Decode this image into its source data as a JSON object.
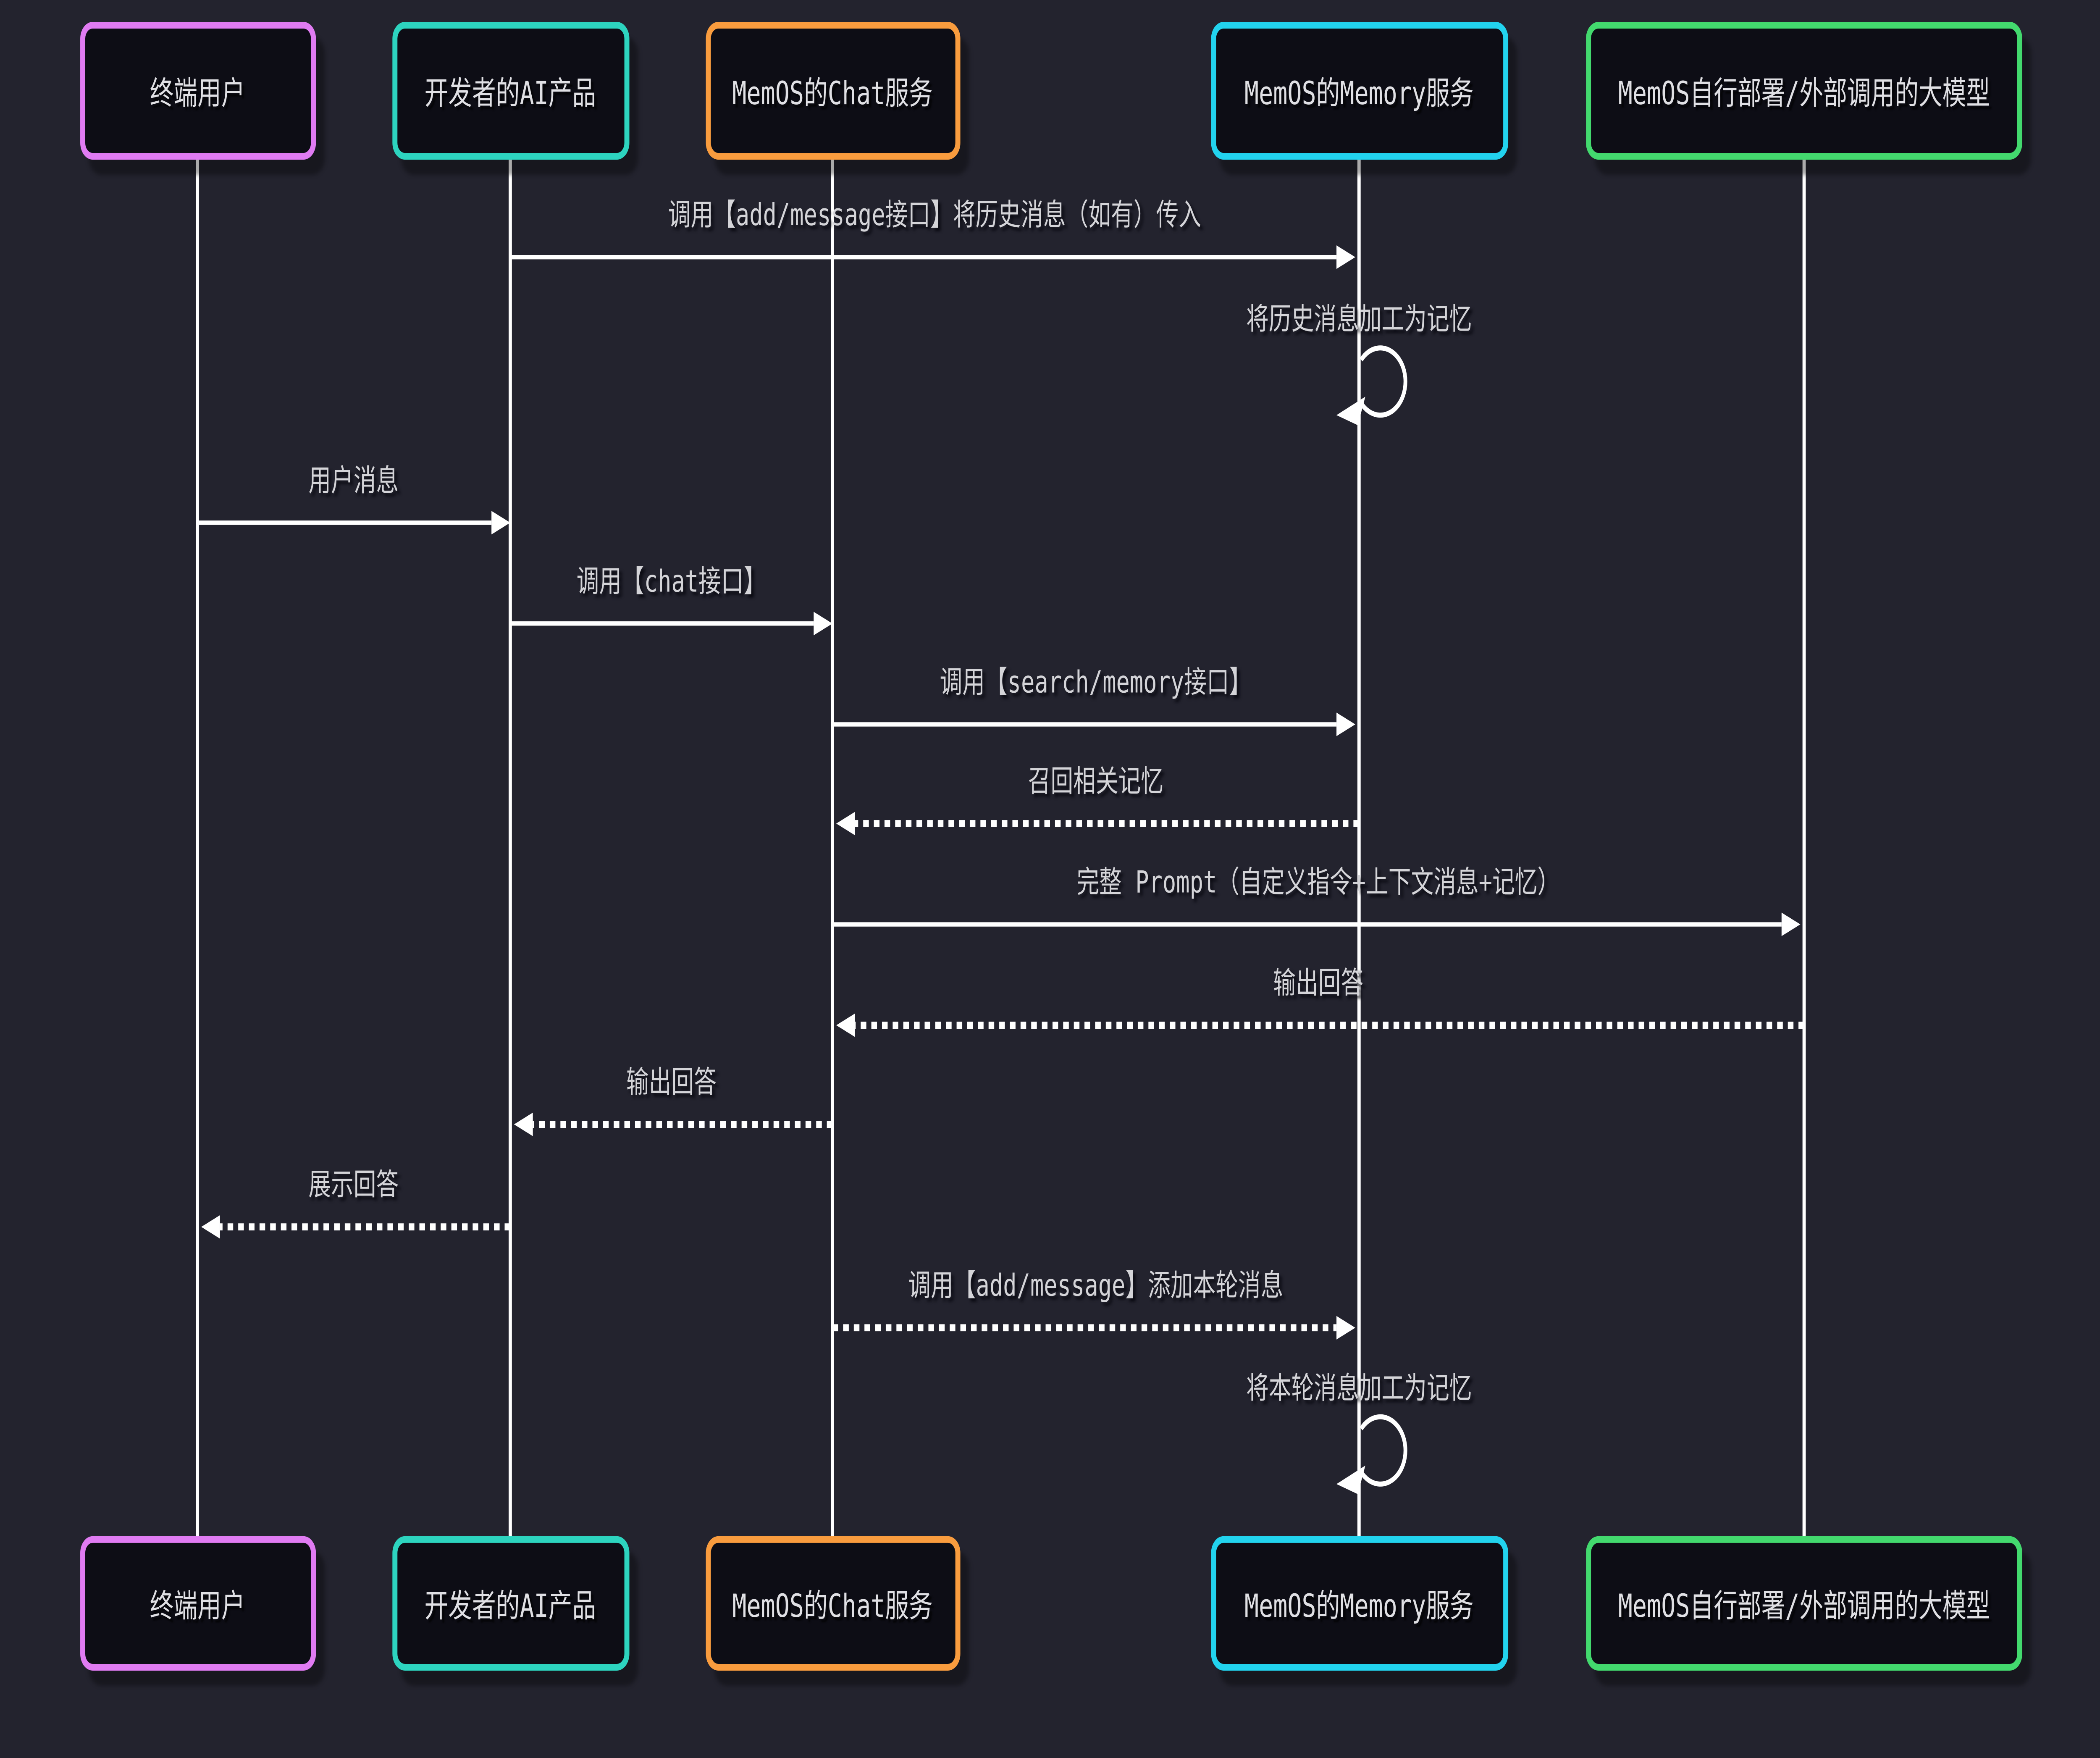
{
  "diagram": {
    "type": "sequence",
    "background": "#23232e",
    "node_fill": "#0d0d15",
    "line_color": "#ffffff",
    "text_color": "#d4d4d8",
    "actors": [
      {
        "id": "end-user",
        "label": "终端用户",
        "accent": "#e07bf2"
      },
      {
        "id": "ai-product",
        "label": "开发者的AI产品",
        "accent": "#2dd4bf"
      },
      {
        "id": "chat-service",
        "label": "MemOS的Chat服务",
        "accent": "#f99c3e"
      },
      {
        "id": "memory-service",
        "label": "MemOS的Memory服务",
        "accent": "#22d3ee"
      },
      {
        "id": "llm",
        "label": "MemOS自行部署/外部调用的大模型",
        "accent": "#43d96e"
      }
    ],
    "messages": [
      {
        "from": "ai-product",
        "to": "memory-service",
        "line": "solid",
        "label": "调用【add/message接口】将历史消息（如有）传入"
      },
      {
        "type": "self",
        "actor": "memory-service",
        "line": "loop",
        "label": "将历史消息加工为记忆"
      },
      {
        "from": "end-user",
        "to": "ai-product",
        "line": "solid",
        "label": "用户消息"
      },
      {
        "from": "ai-product",
        "to": "chat-service",
        "line": "solid",
        "label": "调用【chat接口】"
      },
      {
        "from": "chat-service",
        "to": "memory-service",
        "line": "solid",
        "label": "调用【search/memory接口】"
      },
      {
        "from": "memory-service",
        "to": "chat-service",
        "line": "dashed",
        "label": "召回相关记忆"
      },
      {
        "from": "chat-service",
        "to": "llm",
        "line": "solid",
        "label": "完整 Prompt（自定义指令+上下文消息+记忆）"
      },
      {
        "from": "llm",
        "to": "chat-service",
        "line": "dashed",
        "label": "输出回答"
      },
      {
        "from": "chat-service",
        "to": "ai-product",
        "line": "dashed",
        "label": "输出回答"
      },
      {
        "from": "ai-product",
        "to": "end-user",
        "line": "dashed",
        "label": "展示回答"
      },
      {
        "from": "chat-service",
        "to": "memory-service",
        "line": "dashed",
        "label": "调用【add/message】添加本轮消息"
      },
      {
        "type": "self",
        "actor": "memory-service",
        "line": "loop",
        "label": "将本轮消息加工为记忆"
      }
    ]
  }
}
